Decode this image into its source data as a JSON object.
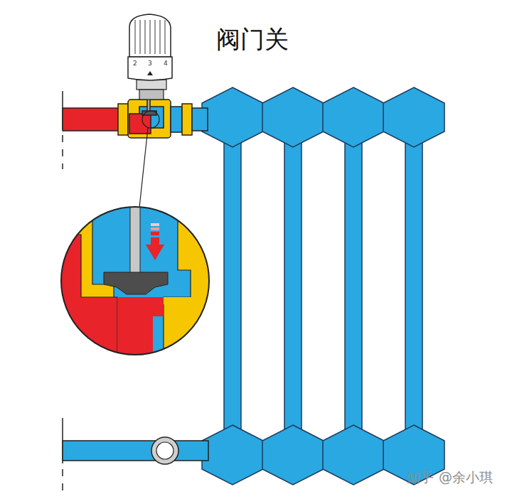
{
  "diagram": {
    "title": "阀门关",
    "labels": [
      "2",
      "3",
      "4",
      "知乎",
      "@余小琪"
    ]
  }
}
